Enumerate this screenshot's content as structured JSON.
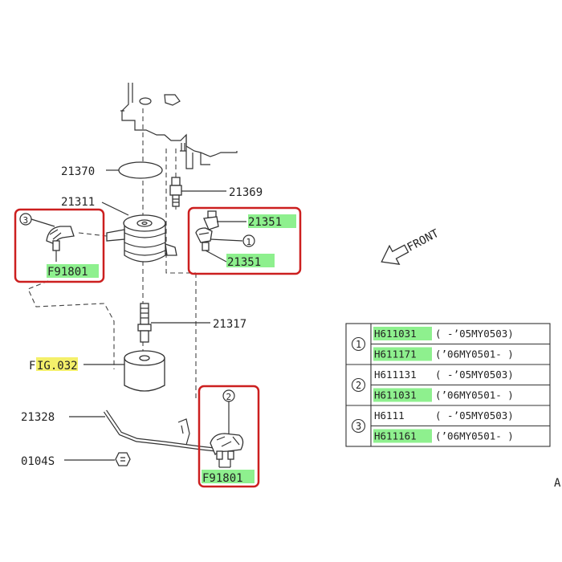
{
  "colors": {
    "highlight_green": "#8ef08e",
    "highlight_yellow": "#f4f06a",
    "box_red": "#cc1f1f",
    "line": "#333333"
  },
  "labels": {
    "p21370": "21370",
    "p21369": "21369",
    "p21311": "21311",
    "p21351_top": "21351",
    "p21351_bottom": "21351",
    "c1": "1",
    "c2": "2",
    "c3": "3",
    "f91801_left": "F91801",
    "f91801_bottom": "F91801",
    "p21317": "21317",
    "fig_prefix": "F",
    "fig_highlight": "IG.032",
    "p21328": "21328",
    "p0104s": "0104S",
    "front": "FRONT",
    "corner_letter": "A"
  },
  "table": {
    "groups": [
      {
        "marker": "1",
        "rows": [
          {
            "part": "H611031",
            "range": "( -’05MY0503)",
            "highlighted": true
          },
          {
            "part": "H611171",
            "range": "(’06MY0501- )",
            "highlighted": true
          }
        ]
      },
      {
        "marker": "2",
        "rows": [
          {
            "part": "H611131",
            "range": "( -’05MY0503)",
            "highlighted": false
          },
          {
            "part": "H611031",
            "range": "(’06MY0501- )",
            "highlighted": true
          }
        ]
      },
      {
        "marker": "3",
        "rows": [
          {
            "part": "H6111",
            "range": "( -’05MY0503)",
            "highlighted": false
          },
          {
            "part": "H611161",
            "range": "(’06MY0501- )",
            "highlighted": true
          }
        ]
      }
    ]
  }
}
